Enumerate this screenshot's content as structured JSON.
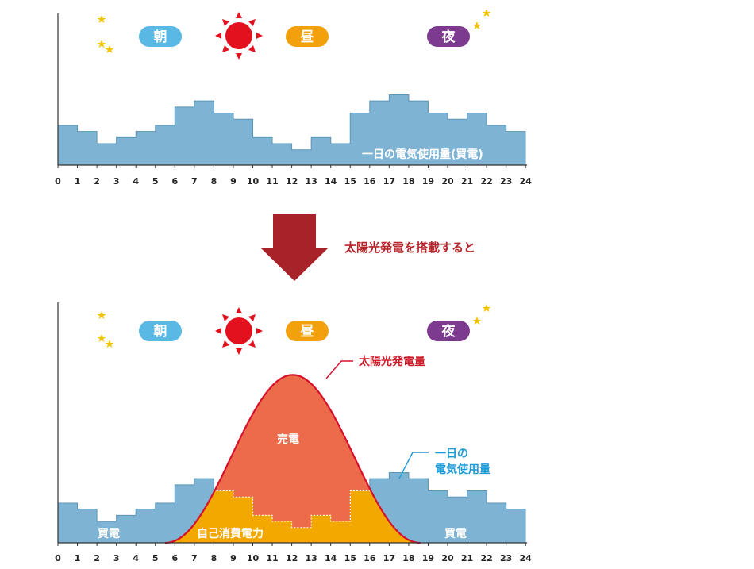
{
  "colors": {
    "usage": "#7fb3d3",
    "usage_stroke": "#5b95b8",
    "solar_fill": "#ec6b4a",
    "solar_stroke": "#d7102b",
    "self_consumption": "#f3a800",
    "morning_pill": "#5ab8e4",
    "noon_pill": "#f2a10d",
    "night_pill": "#7c3b8f",
    "moon": "#f4c300",
    "sun": "#e3101e",
    "arrow": "#a8222a"
  },
  "icons": {
    "moon_left": "crescent-moon-icon",
    "sun": "sun-icon",
    "moon_right": "crescent-moon-icon",
    "arrow": "down-arrow-icon"
  },
  "time_labels": {
    "morning": "朝",
    "noon": "昼",
    "night": "夜"
  },
  "transition_caption": "太陽光発電を搭載すると",
  "top_chart": {
    "series_label": "一日の電気使用量(買電)"
  },
  "bottom_chart": {
    "solar_label": "太陽光発電量",
    "sell_label": "売電",
    "usage_label_line1": "一日の",
    "usage_label_line2": "電気使用量",
    "buy_label_left": "買電",
    "buy_label_right": "買電",
    "self_label": "自己消費電力"
  },
  "chart_data": [
    {
      "type": "area",
      "title": "",
      "xlabel": "",
      "ylabel": "",
      "x": [
        0,
        1,
        2,
        3,
        4,
        5,
        6,
        7,
        8,
        9,
        10,
        11,
        12,
        13,
        14,
        15,
        16,
        17,
        18,
        19,
        20,
        21,
        22,
        23,
        24
      ],
      "tick_labels": [
        "0",
        "1",
        "2",
        "3",
        "4",
        "5",
        "6",
        "7",
        "8",
        "9",
        "10",
        "11",
        "12",
        "13",
        "14",
        "15",
        "16",
        "17",
        "18",
        "19",
        "20",
        "21",
        "22",
        "23",
        "24"
      ],
      "series": [
        {
          "name": "一日の電気使用量(買電)",
          "values": [
            6.5,
            5.5,
            3.5,
            4.5,
            5.5,
            6.5,
            9.5,
            10.5,
            8.5,
            7.5,
            4.5,
            3.5,
            2.5,
            4.5,
            3.5,
            8.5,
            10.5,
            11.5,
            10.5,
            8.5,
            7.5,
            8.5,
            6.5,
            5.5
          ]
        }
      ],
      "ylim": [
        0,
        25
      ],
      "grid": false
    },
    {
      "type": "area",
      "title": "",
      "xlabel": "",
      "ylabel": "",
      "x": [
        0,
        1,
        2,
        3,
        4,
        5,
        6,
        7,
        8,
        9,
        10,
        11,
        12,
        13,
        14,
        15,
        16,
        17,
        18,
        19,
        20,
        21,
        22,
        23,
        24
      ],
      "tick_labels": [
        "0",
        "1",
        "2",
        "3",
        "4",
        "5",
        "6",
        "7",
        "8",
        "9",
        "10",
        "11",
        "12",
        "13",
        "14",
        "15",
        "16",
        "17",
        "18",
        "19",
        "20",
        "21",
        "22",
        "23",
        "24"
      ],
      "series": [
        {
          "name": "一日の電気使用量",
          "values": [
            6.5,
            5.5,
            3.5,
            4.5,
            5.5,
            6.5,
            9.5,
            10.5,
            8.5,
            7.5,
            4.5,
            3.5,
            2.5,
            4.5,
            3.5,
            8.5,
            10.5,
            11.5,
            10.5,
            8.5,
            7.5,
            8.5,
            6.5,
            5.5
          ]
        },
        {
          "name": "太陽光発電量",
          "peak_hour": 12,
          "start_hour": 5.5,
          "end_hour": 18.6,
          "peak_value": 27.5
        }
      ],
      "ylim": [
        0,
        28
      ],
      "grid": false
    }
  ]
}
